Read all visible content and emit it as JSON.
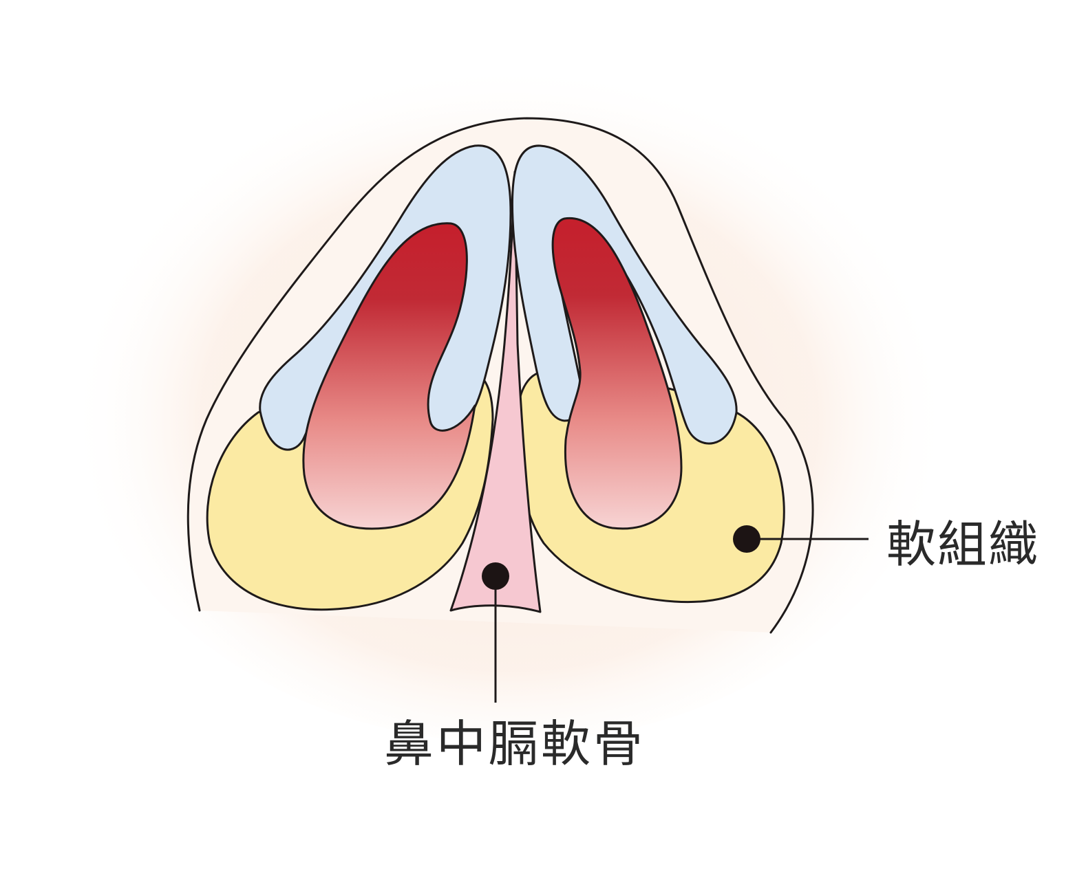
{
  "labels": {
    "soft_tissue": "軟組織",
    "septal_cartilage": "鼻中膈軟骨"
  },
  "colors": {
    "background": "#ffffff",
    "skin_glow": "#fbeadf",
    "skin": "#fdf4ee",
    "outline": "#1e1a1a",
    "soft_tissue_fill": "#fbeaa3",
    "lateral_cartilage_fill": "#d6e5f4",
    "nostril_dark": "#c0242f",
    "nostril_light": "#f5cfd0",
    "septum_fill": "#f6c8d1",
    "marker": "#1c1414"
  },
  "markers": [
    {
      "name": "soft-tissue-marker",
      "for": "soft_tissue"
    },
    {
      "name": "septal-cartilage-marker",
      "for": "septal_cartilage"
    }
  ]
}
